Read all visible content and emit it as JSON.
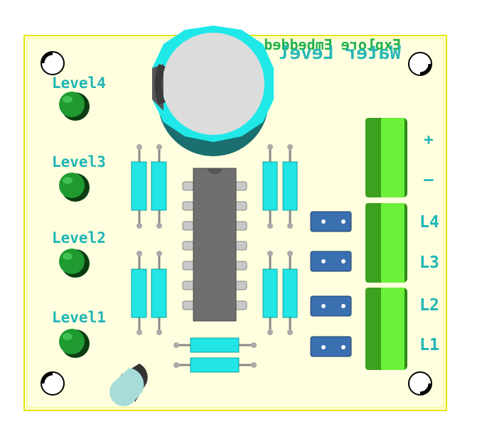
{
  "board": {
    "title_mirrored": "Water Level",
    "brand_mirrored": "Explore Embedded",
    "colors": {
      "board": "#ffffdf",
      "outline": "#e6e600",
      "silkscreen": "#1fb5b5",
      "led": "#1f9a30",
      "resistor": "#22e5e5",
      "ic": "#6f6f6f",
      "jumper": "#3a6fb0",
      "terminal": "#55cc2a",
      "capacitor": "#20e8e8"
    }
  },
  "leds": [
    {
      "label": "Level4"
    },
    {
      "label": "Level3"
    },
    {
      "label": "Level2"
    },
    {
      "label": "Level1"
    }
  ],
  "terminals": [
    {
      "label": "+"
    },
    {
      "label": "–"
    },
    {
      "label": "L4"
    },
    {
      "label": "L3"
    },
    {
      "label": "L2"
    },
    {
      "label": "L1"
    }
  ]
}
